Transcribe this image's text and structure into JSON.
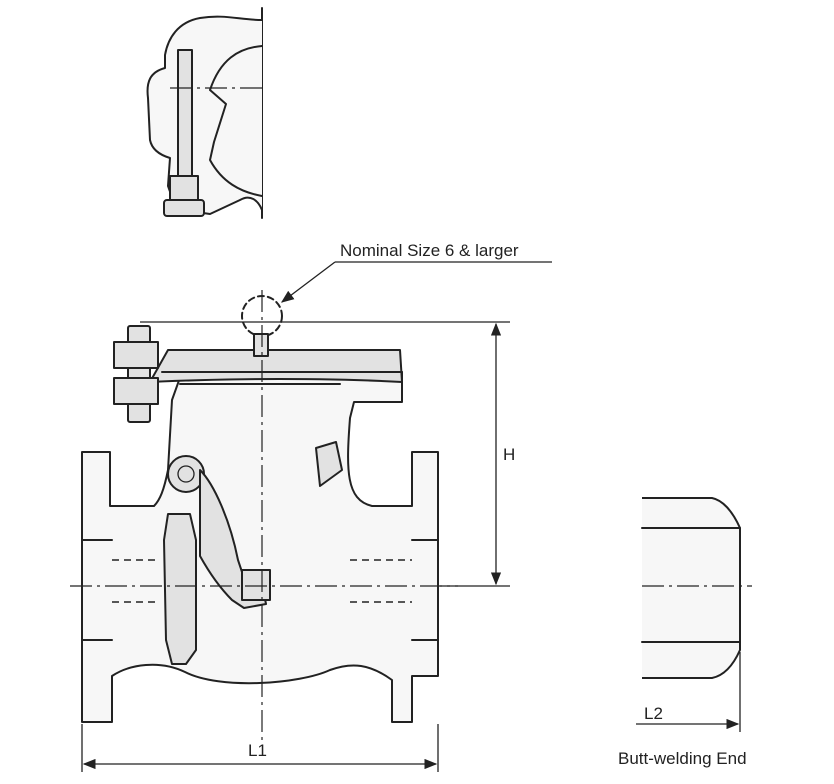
{
  "labels": {
    "note": "Nominal Size 6 & larger",
    "dim_height": "H",
    "dim_length_body": "L1",
    "dim_length_end": "L2",
    "end_caption": "Butt-welding End"
  }
}
